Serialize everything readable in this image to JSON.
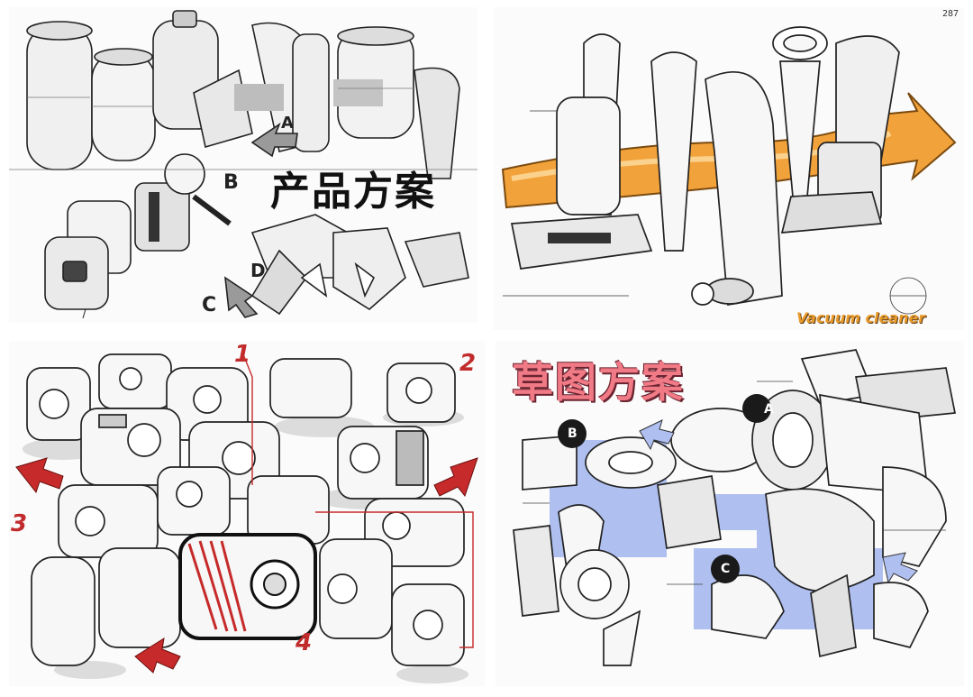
{
  "panels": {
    "product_scheme": {
      "title": "产品方案",
      "labels": [
        "A",
        "B",
        "C",
        "D"
      ]
    },
    "vacuum": {
      "page_no": "287",
      "caption": "Vacuum cleaner",
      "accent_color": "#f2a23a"
    },
    "cameras": {
      "numbers": [
        "1",
        "2",
        "3",
        "4"
      ],
      "accent_color": "#c62a2a"
    },
    "sketch_scheme": {
      "title": "草图方案",
      "labels": [
        "A",
        "B",
        "C"
      ],
      "accent_color": "#aebff0"
    }
  }
}
